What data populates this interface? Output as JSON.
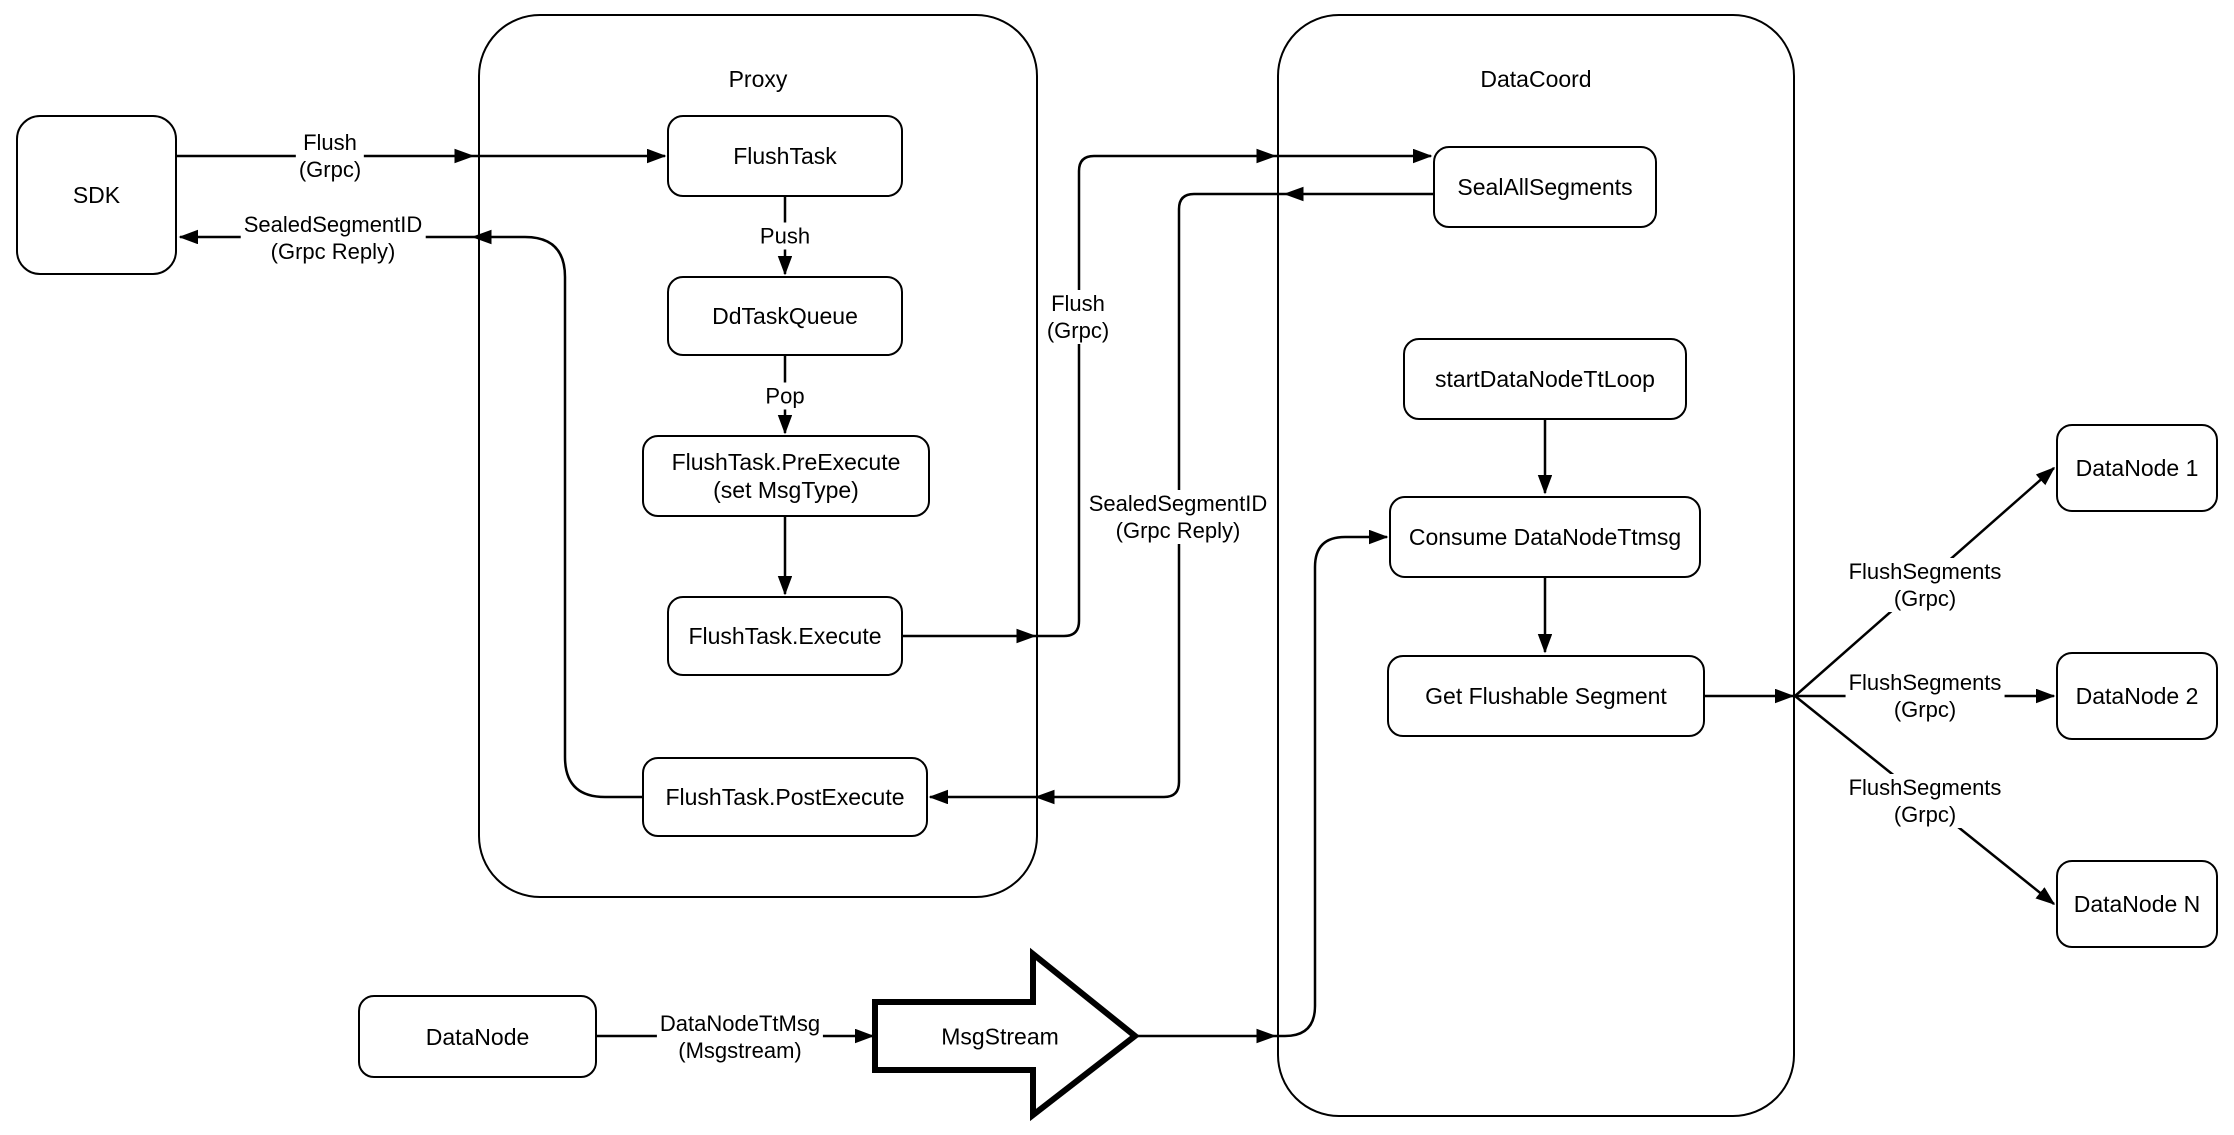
{
  "diagram": {
    "title_hint": "Flush procedure flow diagram",
    "colors": {
      "stroke": "#000000",
      "fill": "#ffffff",
      "text": "#000000"
    },
    "containers": {
      "proxy": {
        "title": "Proxy"
      },
      "datacoord": {
        "title": "DataCoord"
      }
    },
    "nodes": {
      "sdk": {
        "label": "SDK"
      },
      "flushtask": {
        "label": "FlushTask"
      },
      "ddtaskqueue": {
        "label": "DdTaskQueue"
      },
      "preexecute": {
        "label": "FlushTask.PreExecute",
        "sublabel": "(set MsgType)"
      },
      "execute": {
        "label": "FlushTask.Execute"
      },
      "postexecute": {
        "label": "FlushTask.PostExecute"
      },
      "sealallsegments": {
        "label": "SealAllSegments"
      },
      "startdatanodettloop": {
        "label": "startDataNodeTtLoop"
      },
      "consumedatanodettmsg": {
        "label": "Consume DataNodeTtmsg"
      },
      "getflushablesegment": {
        "label": "Get Flushable Segment"
      },
      "datanode1": {
        "label": "DataNode 1"
      },
      "datanode2": {
        "label": "DataNode 2"
      },
      "datanoden": {
        "label": "DataNode N"
      },
      "datanode": {
        "label": "DataNode"
      },
      "msgstream": {
        "label": "MsgStream"
      }
    },
    "edge_labels": {
      "flush_sdk": {
        "line1": "Flush",
        "line2": "(Grpc)"
      },
      "reply_sdk": {
        "line1": "SealedSegmentID",
        "line2": "(Grpc Reply)"
      },
      "push": {
        "line1": "Push"
      },
      "pop": {
        "line1": "Pop"
      },
      "flush_mid": {
        "line1": "Flush",
        "line2": "(Grpc)"
      },
      "reply_mid": {
        "line1": "SealedSegmentID",
        "line2": "(Grpc Reply)"
      },
      "flushsegments_1": {
        "line1": "FlushSegments",
        "line2": "(Grpc)"
      },
      "flushsegments_2": {
        "line1": "FlushSegments",
        "line2": "(Grpc)"
      },
      "flushsegments_n": {
        "line1": "FlushSegments",
        "line2": "(Grpc)"
      },
      "datanodettmsg": {
        "line1": "DataNodeTtMsg",
        "line2": "(Msgstream)"
      }
    }
  }
}
